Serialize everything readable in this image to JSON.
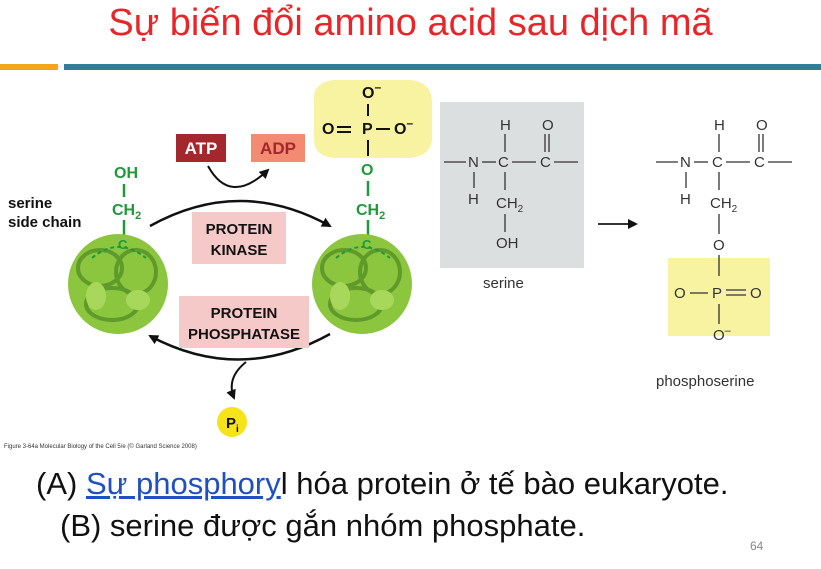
{
  "title": "Sự biến đổi amino acid sau dịch mã",
  "colors": {
    "title": "#e8262a",
    "accent_orange": "#f3a51e",
    "accent_teal": "#2f7f98",
    "chem_green": "#1e9a3b",
    "protein_green": "#8cc63f",
    "atp_box": "#a3272c",
    "adp_box": "#f28b72",
    "enzyme_box": "#f6c9c9",
    "phosphate_highlight": "#f7f3a0",
    "serine_panel": "#dcdfe0",
    "link": "#1f4fc4"
  },
  "figure_a": {
    "serine_label_line1": "serine",
    "serine_label_line2": "side chain",
    "oh": "OH",
    "ch2": "CH",
    "ch2_sub": "2",
    "c": "C",
    "o": "O",
    "p": "P",
    "o_minus": "O",
    "minus": "–",
    "atp": "ATP",
    "adp": "ADP",
    "kinase_line1": "PROTEIN",
    "kinase_line2": "KINASE",
    "phosphatase_line1": "PROTEIN",
    "phosphatase_line2": "PHOSPHATASE",
    "pi": "P",
    "pi_sub": "i",
    "credit": "Figure 3-64a Molecular Biology of the Cell 5/e (© Garland Science 2008)"
  },
  "figure_b": {
    "h": "H",
    "o": "O",
    "n": "N",
    "c": "C",
    "p": "P",
    "ch2": "CH",
    "ch2_sub": "2",
    "oh": "OH",
    "o_minus": "O",
    "minus": "–",
    "serine_label": "serine",
    "phosphoserine_label": "phosphoserine"
  },
  "caption": {
    "a_prefix": "(A) ",
    "a_link": "Sự phosphory",
    "a_rest": "l hóa protein ở tế bào eukaryote.",
    "b": "(B) serine được gắn nhóm phosphate."
  },
  "page_number": "64"
}
